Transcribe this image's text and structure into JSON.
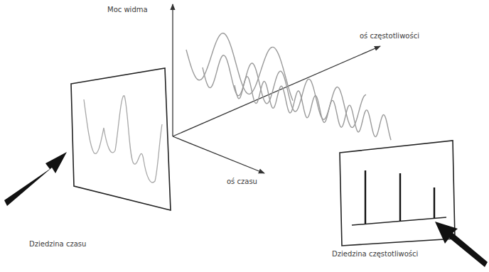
{
  "diagram": {
    "labels": [
      "Moc widma",
      "oś częstotliwości",
      "oś czasu",
      "Dziedzina czasu",
      "Dziedzina częstotliwości"
    ]
  }
}
